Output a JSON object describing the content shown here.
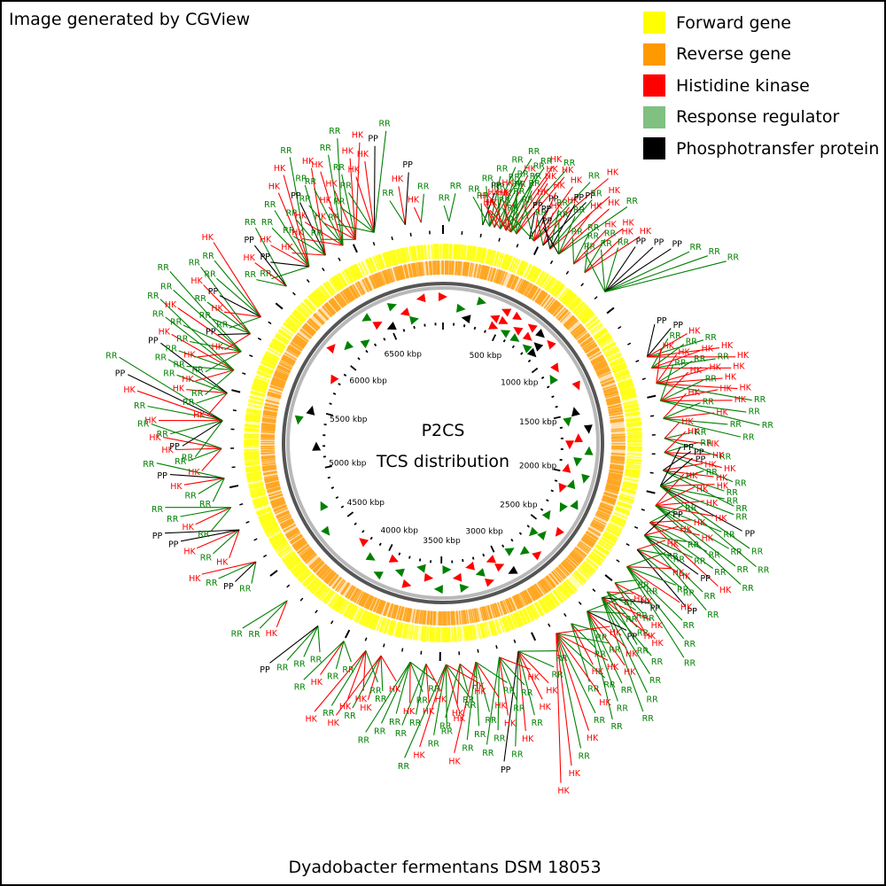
{
  "header": {
    "credit": "Image generated by CGView"
  },
  "legend": {
    "items": [
      {
        "label": "Forward gene",
        "color": "#ffff00"
      },
      {
        "label": "Reverse gene",
        "color": "#ff9900"
      },
      {
        "label": "Histidine kinase",
        "color": "#ff0000"
      },
      {
        "label": "Response regulator",
        "color": "#80c080"
      },
      {
        "label": "Phosphotransfer protein",
        "color": "#000000"
      }
    ]
  },
  "map": {
    "center_title": "P2CS",
    "center_subtitle": "TCS distribution",
    "genome_length_kbp": 6970,
    "tick_labels": [
      "500 kbp",
      "1000 kbp",
      "1500 kbp",
      "2000 kbp",
      "2500 kbp",
      "3000 kbp",
      "3500 kbp",
      "4000 kbp",
      "4500 kbp",
      "5000 kbp",
      "5500 kbp",
      "6000 kbp",
      "6500 kbp"
    ],
    "tick_positions_kbp": [
      500,
      1000,
      1500,
      2000,
      2500,
      3000,
      3500,
      4000,
      4500,
      5000,
      5500,
      6000,
      6500
    ],
    "label_colors": {
      "HK": "#ff0000",
      "RR": "#008000",
      "PP": "#000000"
    },
    "arrow_colors": {
      "HK": "#ff0000",
      "RR": "#008000",
      "PP": "#000000"
    }
  },
  "annotations": [
    {
      "kbp": 30,
      "labels": [
        "RR",
        "RR"
      ]
    },
    {
      "kbp": 200,
      "labels": [
        "RR",
        "PP"
      ]
    },
    {
      "kbp": 235,
      "labels": [
        "RR",
        "RR",
        "RR",
        "RR",
        "RR"
      ]
    },
    {
      "kbp": 260,
      "labels": [
        "HK",
        "HK",
        "RR"
      ]
    },
    {
      "kbp": 290,
      "labels": [
        "HK",
        "RR",
        "RR",
        "HK",
        "RR"
      ]
    },
    {
      "kbp": 320,
      "labels": [
        "HK",
        "HK",
        "RR",
        "RR",
        "HK"
      ]
    },
    {
      "kbp": 345,
      "labels": [
        "HK",
        "HK",
        "RR",
        "RR",
        "HK",
        "RR"
      ]
    },
    {
      "kbp": 375,
      "labels": [
        "RR",
        "RR",
        "RR",
        "HK",
        "HK"
      ]
    },
    {
      "kbp": 445,
      "labels": [
        "PP",
        "PP"
      ]
    },
    {
      "kbp": 470,
      "labels": [
        "RR",
        "RR",
        "HK",
        "HK",
        "HK",
        "RR",
        "HK"
      ]
    },
    {
      "kbp": 520,
      "labels": [
        "RR",
        "HK",
        "HK",
        "PP"
      ]
    },
    {
      "kbp": 560,
      "labels": [
        "PP",
        "RR",
        "PP",
        "RR",
        "HK"
      ]
    },
    {
      "kbp": 610,
      "labels": [
        "PP",
        "RR",
        "RR",
        "HK",
        "HK",
        "RR"
      ]
    },
    {
      "kbp": 700,
      "labels": [
        "RR",
        "RR",
        "HK",
        "HK"
      ]
    },
    {
      "kbp": 770,
      "labels": [
        "RR",
        "RR",
        "HK",
        "HK"
      ]
    },
    {
      "kbp": 910,
      "labels": [
        "RR",
        "RR",
        "RR",
        "PP",
        "PP",
        "PP",
        "RR",
        "RR",
        "RR"
      ]
    },
    {
      "kbp": 1300,
      "labels": [
        "PP",
        "PP",
        "HK",
        "RR",
        "HK",
        "HK"
      ]
    },
    {
      "kbp": 1360,
      "labels": [
        "RR",
        "RR",
        "HK",
        "RR",
        "HK"
      ]
    },
    {
      "kbp": 1440,
      "labels": [
        "HK",
        "HK",
        "RR",
        "HK",
        "HK",
        "HK",
        "RR"
      ]
    },
    {
      "kbp": 1530,
      "labels": [
        "RR",
        "HK",
        "RR",
        "HK",
        "HK",
        "RR",
        "RR"
      ]
    },
    {
      "kbp": 1620,
      "labels": [
        "HK",
        "RR",
        "HK",
        "RR",
        "RR"
      ]
    },
    {
      "kbp": 1720,
      "labels": [
        "HK",
        "RR",
        "HK",
        "RR"
      ]
    },
    {
      "kbp": 1790,
      "labels": [
        "HK",
        "RR",
        "HK",
        "HK",
        "RR"
      ]
    },
    {
      "kbp": 1880,
      "labels": [
        "PP",
        "HK",
        "HK",
        "RR",
        "RR"
      ]
    },
    {
      "kbp": 1960,
      "labels": [
        "PP",
        "PP",
        "RR",
        "HK",
        "RR",
        "RR",
        "PP",
        "RR",
        "RR"
      ]
    },
    {
      "kbp": 2060,
      "labels": [
        "HK",
        "HK",
        "HK",
        "HK",
        "RR",
        "RR",
        "RR",
        "RR"
      ]
    },
    {
      "kbp": 2150,
      "labels": [
        "RR",
        "HK",
        "HK",
        "RR",
        "RR",
        "HK"
      ]
    },
    {
      "kbp": 2220,
      "labels": [
        "PP",
        "HK",
        "RR",
        "RR",
        "PP",
        "RR",
        "RR"
      ]
    },
    {
      "kbp": 2300,
      "labels": [
        "HK",
        "RR",
        "HK",
        "RR",
        "PP"
      ]
    },
    {
      "kbp": 2400,
      "labels": [
        "RR",
        "HK",
        "RR",
        "HK",
        "RR",
        "RR",
        "RR"
      ]
    },
    {
      "kbp": 2500,
      "labels": [
        "RR",
        "HK",
        "RR",
        "HK"
      ]
    },
    {
      "kbp": 2560,
      "labels": [
        "HK",
        "RR",
        "RR",
        "RR"
      ]
    },
    {
      "kbp": 2600,
      "labels": [
        "RR",
        "PP",
        "HK",
        "HK",
        "RR",
        "RR",
        "RR",
        "RR"
      ]
    },
    {
      "kbp": 2700,
      "labels": [
        "RR",
        "RR",
        "PP",
        "HK",
        "HK",
        "RR",
        "RR",
        "RR"
      ]
    },
    {
      "kbp": 2800,
      "labels": [
        "RR",
        "RR",
        "HK",
        "RR"
      ]
    },
    {
      "kbp": 2890,
      "labels": [
        "HK",
        "RR",
        "HK",
        "RR",
        "HK",
        "RR",
        "HK",
        "RR",
        "HK",
        "HK"
      ]
    },
    {
      "kbp": 3100,
      "labels": [
        "RR",
        "RR",
        "HK",
        "HK",
        "RR",
        "HK",
        "RR",
        "PP"
      ]
    },
    {
      "kbp": 3200,
      "labels": [
        "HK",
        "RR",
        "RR",
        "HK",
        "RR",
        "RR"
      ]
    },
    {
      "kbp": 3320,
      "labels": [
        "RR",
        "HK",
        "RR",
        "RR",
        "RR",
        "HK"
      ]
    },
    {
      "kbp": 3400,
      "labels": [
        "HK",
        "RR",
        "HK",
        "RR"
      ]
    },
    {
      "kbp": 3470,
      "labels": [
        "HK",
        "RR",
        "HK",
        "RR",
        "RR",
        "HK",
        "RR"
      ]
    },
    {
      "kbp": 3570,
      "labels": [
        "HK",
        "HK",
        "RR",
        "RR"
      ]
    },
    {
      "kbp": 3650,
      "labels": [
        "RR",
        "RR",
        "HK",
        "RR",
        "RR",
        "RR"
      ]
    },
    {
      "kbp": 3800,
      "labels": [
        "HK",
        "RR",
        "HK",
        "RR",
        "HK"
      ]
    },
    {
      "kbp": 3880,
      "labels": [
        "RR",
        "HK",
        "HK",
        "RR",
        "HK"
      ]
    },
    {
      "kbp": 4000,
      "labels": [
        "RR",
        "RR",
        "HK",
        "RR"
      ]
    },
    {
      "kbp": 4150,
      "labels": [
        "RR",
        "RR",
        "RR",
        "PP"
      ]
    },
    {
      "kbp": 4350,
      "labels": [
        "HK",
        "RR",
        "RR"
      ]
    },
    {
      "kbp": 4600,
      "labels": [
        "RR",
        "PP",
        "RR",
        "HK"
      ]
    },
    {
      "kbp": 4780,
      "labels": [
        "HK",
        "RR",
        "HK",
        "PP",
        "PP"
      ]
    },
    {
      "kbp": 4900,
      "labels": [
        "RR",
        "HK",
        "RR",
        "RR"
      ]
    },
    {
      "kbp": 5050,
      "labels": [
        "RR",
        "RR",
        "HK",
        "PP",
        "RR"
      ]
    },
    {
      "kbp": 5200,
      "labels": [
        "HK",
        "RR",
        "HK",
        "HK",
        "RR"
      ]
    },
    {
      "kbp": 5340,
      "labels": [
        "RR",
        "PP",
        "RR",
        "HK",
        "RR",
        "HK",
        "PP",
        "RR"
      ]
    },
    {
      "kbp": 5480,
      "labels": [
        "HK",
        "RR",
        "HK",
        "RR",
        "RR",
        "PP"
      ]
    },
    {
      "kbp": 5600,
      "labels": [
        "RR",
        "HK",
        "RR",
        "RR",
        "HK",
        "RR",
        "RR"
      ]
    },
    {
      "kbp": 5700,
      "labels": [
        "RR",
        "HK",
        "RR",
        "RR",
        "HK",
        "RR",
        "RR"
      ]
    },
    {
      "kbp": 5800,
      "labels": [
        "HK",
        "PP",
        "RR",
        "RR",
        "HK",
        "RR"
      ]
    },
    {
      "kbp": 5900,
      "labels": [
        "RR",
        "HK",
        "PP",
        "RR",
        "RR",
        "HK"
      ]
    },
    {
      "kbp": 6100,
      "labels": [
        "RR",
        "HK",
        "PP",
        "RR"
      ]
    },
    {
      "kbp": 6250,
      "labels": [
        "RR",
        "PP",
        "HK",
        "RR",
        "RR",
        "HK",
        "HK",
        "RR"
      ]
    },
    {
      "kbp": 6350,
      "labels": [
        "HK",
        "RR",
        "RR",
        "PP",
        "RR",
        "HK"
      ]
    },
    {
      "kbp": 6450,
      "labels": [
        "HK",
        "HK",
        "RR",
        "RR",
        "HK",
        "RR",
        "RR"
      ]
    },
    {
      "kbp": 6520,
      "labels": [
        "RR",
        "HK",
        "HK",
        "HK",
        "RR",
        "HK",
        "HK"
      ]
    },
    {
      "kbp": 6620,
      "labels": [
        "RR",
        "RR",
        "RR",
        "HK",
        "HK",
        "PP",
        "RR"
      ]
    },
    {
      "kbp": 6780,
      "labels": [
        "RR",
        "HK",
        "PP"
      ]
    },
    {
      "kbp": 6860,
      "labels": [
        "HK",
        "RR"
      ]
    }
  ],
  "feature_arrows": [
    {
      "kbp": 0,
      "type": "HK",
      "strand": 1
    },
    {
      "kbp": 150,
      "type": "RR",
      "strand": 1
    },
    {
      "kbp": 200,
      "type": "PP",
      "strand": -1
    },
    {
      "kbp": 300,
      "type": "RR",
      "strand": 1
    },
    {
      "kbp": 430,
      "type": "HK",
      "strand": -1
    },
    {
      "kbp": 460,
      "type": "HK",
      "strand": 1
    },
    {
      "kbp": 490,
      "type": "HK",
      "strand": -1
    },
    {
      "kbp": 520,
      "type": "HK",
      "strand": 1
    },
    {
      "kbp": 560,
      "type": "RR",
      "strand": -1
    },
    {
      "kbp": 600,
      "type": "HK",
      "strand": 1
    },
    {
      "kbp": 640,
      "type": "HK",
      "strand": -1
    },
    {
      "kbp": 680,
      "type": "RR",
      "strand": 1
    },
    {
      "kbp": 720,
      "type": "HK",
      "strand": -1
    },
    {
      "kbp": 760,
      "type": "HK",
      "strand": 1
    },
    {
      "kbp": 790,
      "type": "RR",
      "strand": -1
    },
    {
      "kbp": 820,
      "type": "PP",
      "strand": 1
    },
    {
      "kbp": 850,
      "type": "PP",
      "strand": -1
    },
    {
      "kbp": 880,
      "type": "PP",
      "strand": 1
    },
    {
      "kbp": 910,
      "type": "HK",
      "strand": -1
    },
    {
      "kbp": 1100,
      "type": "HK",
      "strand": 1
    },
    {
      "kbp": 1150,
      "type": "RR",
      "strand": -1
    },
    {
      "kbp": 1300,
      "type": "HK",
      "strand": 1
    },
    {
      "kbp": 1480,
      "type": "PP",
      "strand": -1
    },
    {
      "kbp": 1560,
      "type": "RR",
      "strand": 1
    },
    {
      "kbp": 1640,
      "type": "PP",
      "strand": 1
    },
    {
      "kbp": 1700,
      "type": "HK",
      "strand": -1
    },
    {
      "kbp": 1760,
      "type": "HK",
      "strand": 1
    },
    {
      "kbp": 1800,
      "type": "RR",
      "strand": -1
    },
    {
      "kbp": 1900,
      "type": "RR",
      "strand": 1
    },
    {
      "kbp": 1960,
      "type": "HK",
      "strand": -1
    },
    {
      "kbp": 2020,
      "type": "RR",
      "strand": 1
    },
    {
      "kbp": 2080,
      "type": "RR",
      "strand": -1
    },
    {
      "kbp": 2150,
      "type": "HK",
      "strand": 1
    },
    {
      "kbp": 2220,
      "type": "RR",
      "strand": -1
    },
    {
      "kbp": 2300,
      "type": "RR",
      "strand": 1
    },
    {
      "kbp": 2400,
      "type": "RR",
      "strand": -1
    },
    {
      "kbp": 2480,
      "type": "HK",
      "strand": 1
    },
    {
      "kbp": 2560,
      "type": "RR",
      "strand": -1
    },
    {
      "kbp": 2620,
      "type": "RR",
      "strand": 1
    },
    {
      "kbp": 2700,
      "type": "HK",
      "strand": -1
    },
    {
      "kbp": 2780,
      "type": "RR",
      "strand": 1
    },
    {
      "kbp": 2860,
      "type": "RR",
      "strand": -1
    },
    {
      "kbp": 2940,
      "type": "PP",
      "strand": 1
    },
    {
      "kbp": 3000,
      "type": "HK",
      "strand": -1
    },
    {
      "kbp": 3060,
      "type": "HK",
      "strand": 1
    },
    {
      "kbp": 3120,
      "type": "HK",
      "strand": -1
    },
    {
      "kbp": 3180,
      "type": "RR",
      "strand": 1
    },
    {
      "kbp": 3250,
      "type": "HK",
      "strand": 1
    },
    {
      "kbp": 3320,
      "type": "RR",
      "strand": -1
    },
    {
      "kbp": 3370,
      "type": "HK",
      "strand": 1
    },
    {
      "kbp": 3450,
      "type": "RR",
      "strand": -1
    },
    {
      "kbp": 3520,
      "type": "RR",
      "strand": 1
    },
    {
      "kbp": 3600,
      "type": "HK",
      "strand": -1
    },
    {
      "kbp": 3680,
      "type": "RR",
      "strand": 1
    },
    {
      "kbp": 3760,
      "type": "HK",
      "strand": -1
    },
    {
      "kbp": 3850,
      "type": "RR",
      "strand": 1
    },
    {
      "kbp": 3920,
      "type": "HK",
      "strand": -1
    },
    {
      "kbp": 4000,
      "type": "RR",
      "strand": 1
    },
    {
      "kbp": 4100,
      "type": "RR",
      "strand": -1
    },
    {
      "kbp": 4250,
      "type": "HK",
      "strand": 1
    },
    {
      "kbp": 4500,
      "type": "RR",
      "strand": -1
    },
    {
      "kbp": 4700,
      "type": "RR",
      "strand": 1
    },
    {
      "kbp": 5200,
      "type": "PP",
      "strand": 1
    },
    {
      "kbp": 5400,
      "type": "RR",
      "strand": -1
    },
    {
      "kbp": 5500,
      "type": "PP",
      "strand": 1
    },
    {
      "kbp": 5800,
      "type": "HK",
      "strand": -1
    },
    {
      "kbp": 6020,
      "type": "HK",
      "strand": 1
    },
    {
      "kbp": 6100,
      "type": "RR",
      "strand": -1
    },
    {
      "kbp": 6250,
      "type": "RR",
      "strand": 1
    },
    {
      "kbp": 6350,
      "type": "RR",
      "strand": -1
    },
    {
      "kbp": 6420,
      "type": "HK",
      "strand": 1
    },
    {
      "kbp": 6500,
      "type": "PP",
      "strand": -1
    },
    {
      "kbp": 6580,
      "type": "RR",
      "strand": 1
    },
    {
      "kbp": 6650,
      "type": "HK",
      "strand": -1
    },
    {
      "kbp": 6720,
      "type": "RR",
      "strand": 1
    },
    {
      "kbp": 6800,
      "type": "HK",
      "strand": -1
    }
  ],
  "footer": {
    "organism": "Dyadobacter fermentans DSM 18053"
  }
}
